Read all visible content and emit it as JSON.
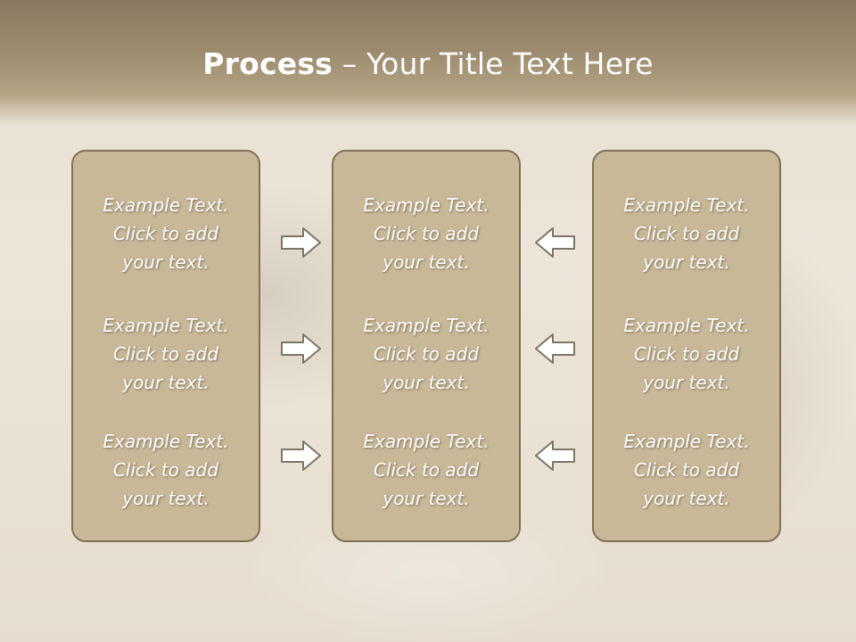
{
  "slide": {
    "title_bold": "Process",
    "title_rest": " – Your Title Text Here"
  },
  "columns": [
    {
      "items": [
        {
          "line1": "Example Text.",
          "line2": "Click  to add",
          "line3": "your text."
        },
        {
          "line1": "Example Text.",
          "line2": "Click  to add",
          "line3": "your text."
        },
        {
          "line1": "Example Text.",
          "line2": "Click  to add",
          "line3": "your text."
        }
      ]
    },
    {
      "items": [
        {
          "line1": "Example Text.",
          "line2": "Click  to add",
          "line3": "your text."
        },
        {
          "line1": "Example Text.",
          "line2": "Click  to add",
          "line3": "your text."
        },
        {
          "line1": "Example Text.",
          "line2": "Click  to add",
          "line3": "your text."
        }
      ]
    },
    {
      "items": [
        {
          "line1": "Example Text.",
          "line2": "Click  to add",
          "line3": "your text."
        },
        {
          "line1": "Example Text.",
          "line2": "Click  to add",
          "line3": "your text."
        },
        {
          "line1": "Example Text.",
          "line2": "Click  to add",
          "line3": "your text."
        }
      ]
    }
  ],
  "arrows": {
    "left_group": "arrow-right-icon",
    "right_group": "arrow-left-icon"
  },
  "colors": {
    "header": "#9c8a6e",
    "panel_fill": "#c9b898",
    "panel_border": "#7f7159",
    "text": "#ffffff"
  }
}
